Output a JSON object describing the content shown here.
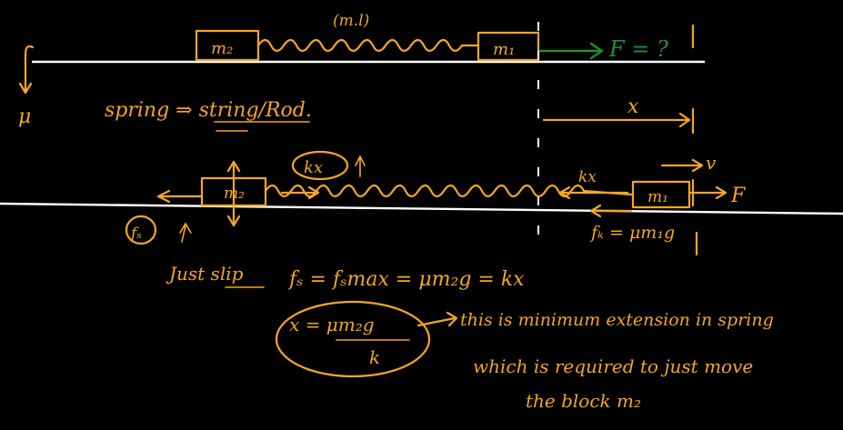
{
  "top": {
    "block_m2": "m₂",
    "block_m1": "m₁",
    "spring_note": "(m.l)",
    "force_question": "F = ?",
    "friction_coef": "μ"
  },
  "middle": {
    "note": "spring ⇒ string/Rod.",
    "displacement": "x"
  },
  "bottom": {
    "block_m2": "m₂",
    "block_m1": "m₁",
    "spring_force_circled": "kx",
    "spring_force_right": "kx",
    "velocity": "v",
    "force": "F",
    "static_friction": "fₛ",
    "kinetic_friction": "fₖ = μm₁g"
  },
  "derivation": {
    "just_slip_label": "Just slip",
    "equation": "fₛ = fₛmax = μm₂g = kx",
    "x_numerator": "x = μm₂g",
    "x_denominator": "k",
    "note_line1": "this is minimum extension in spring",
    "note_line2": "which is required to just move",
    "note_line3": "the block m₂"
  }
}
